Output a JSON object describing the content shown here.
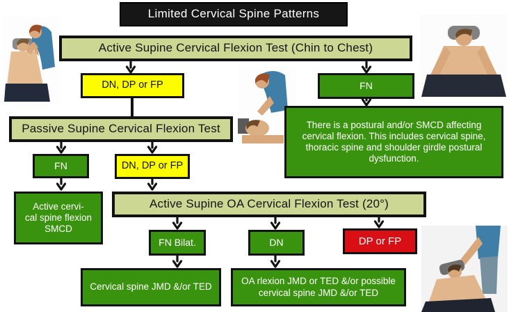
{
  "title": "Limited Cervical Spine Patterns",
  "colors": {
    "header_fill": "#161616",
    "test_fill": "#ccd794",
    "result_green": "#3a930f",
    "finding_yellow": "#fdfd00",
    "finding_red": "#d81016",
    "border": "#121212",
    "text_light": "#ffffff",
    "text_dark": "#121212"
  },
  "nodes": {
    "active_test": "Active Supine Cervical Flexion Test (Chin to Chest)",
    "finding_dn_dp_fp_1": "DN, DP or FP",
    "finding_fn_1": "FN",
    "passive_test": "Passive Supine Cervical Flexion Test",
    "postural_smcd": "There is a postural and/or SMCD affecting cervical flexion. This includes cervical spine, thoracic spine and shoulder girdle postural dysfunction.",
    "finding_fn_2": "FN",
    "finding_dn_dp_fp_2": "DN, DP or FP",
    "active_smcd": "Active cervi-\ncal spine flexion\nSMCD",
    "oa_test": "Active Supine OA Cervical Flexion Test (20°)",
    "finding_fn_bilat": "FN Bilat.",
    "finding_dn": "DN",
    "finding_dp_fp": "DP or FP",
    "cervical_jmd": "Cervical spine JMD &/or TED",
    "oa_jmd": "OA rlexion JMD or TED &/or possible cervical spine JMD &/or TED"
  },
  "photos": {
    "top_left": "examiner-assessing-supine-patient-neck",
    "middle": "examiner-close-up-passive-cervical-flexion",
    "top_right": "supine-patient-chin-to-chest",
    "bottom_right": "examiner-oa-flexion-supine-patient"
  }
}
